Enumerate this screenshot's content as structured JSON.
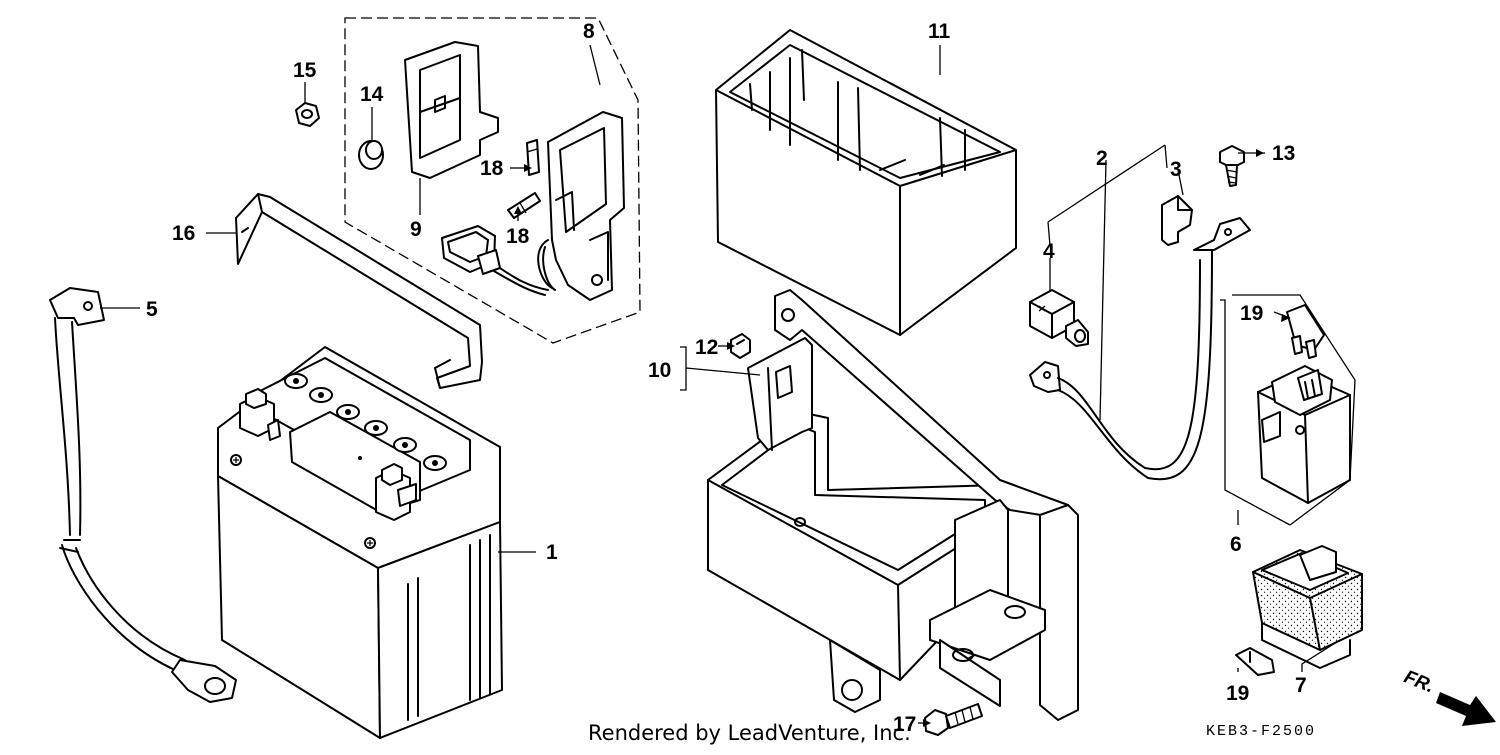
{
  "callouts": [
    "1",
    "2",
    "3",
    "4",
    "5",
    "6",
    "7",
    "8",
    "9",
    "10",
    "11",
    "12",
    "13",
    "14",
    "15",
    "16",
    "17",
    "18",
    "18",
    "19",
    "19"
  ],
  "credit": "Rendered by LeadVenture, Inc.",
  "diagram_code": "KEB3-F2500",
  "direction": "FR."
}
